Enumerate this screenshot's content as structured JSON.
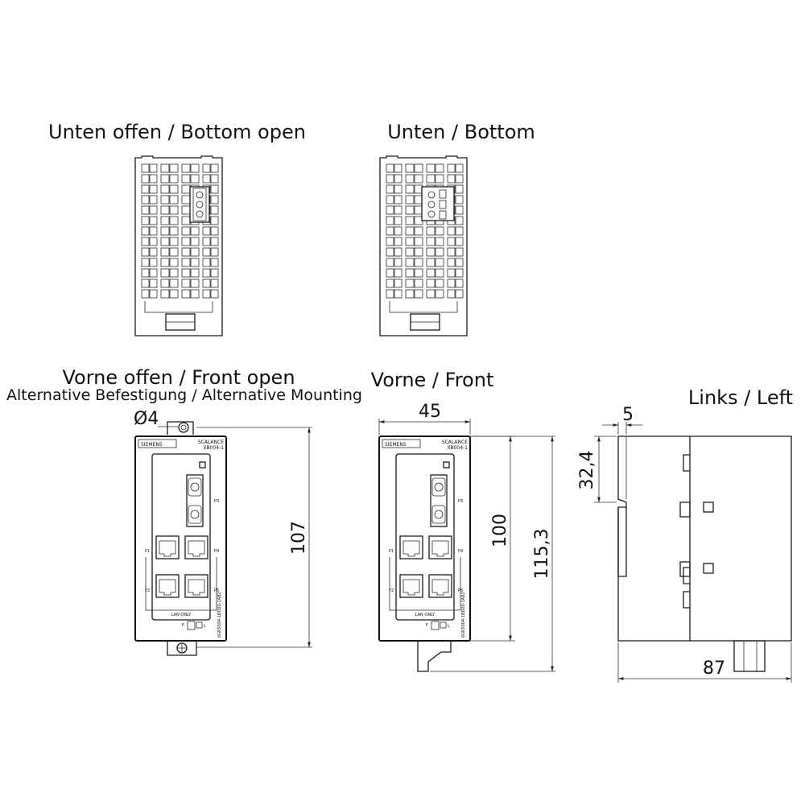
{
  "views": {
    "bottom_open": {
      "title": "Unten offen / Bottom open"
    },
    "bottom": {
      "title": "Unten / Bottom"
    },
    "front_open": {
      "title": "Vorne offen / Front open",
      "subtitle": "Alternative Befestigung / Alternative Mounting",
      "hole_dim": "Ø4",
      "height_dim": "107"
    },
    "front": {
      "title": "Vorne  / Front",
      "width_dim": "45",
      "height_dim": "100",
      "total_height_dim": "115,3"
    },
    "left": {
      "title": "Links / Left",
      "top_dim": "5",
      "side_dim": "32,4",
      "depth_dim": "87"
    }
  },
  "device": {
    "brand": "SIEMENS",
    "model_line1": "SCALANCE",
    "model_line2": "XB004-1",
    "port_labels": [
      "P1",
      "P2",
      "P3",
      "P4",
      "P5"
    ],
    "lan_label": "LAN ONLY",
    "order_number": "6GK5004-1BD00-1AB2",
    "led_labels": [
      "F",
      "L",
      "L"
    ]
  },
  "colors": {
    "line": "#1a1a1a",
    "background": "#ffffff"
  }
}
